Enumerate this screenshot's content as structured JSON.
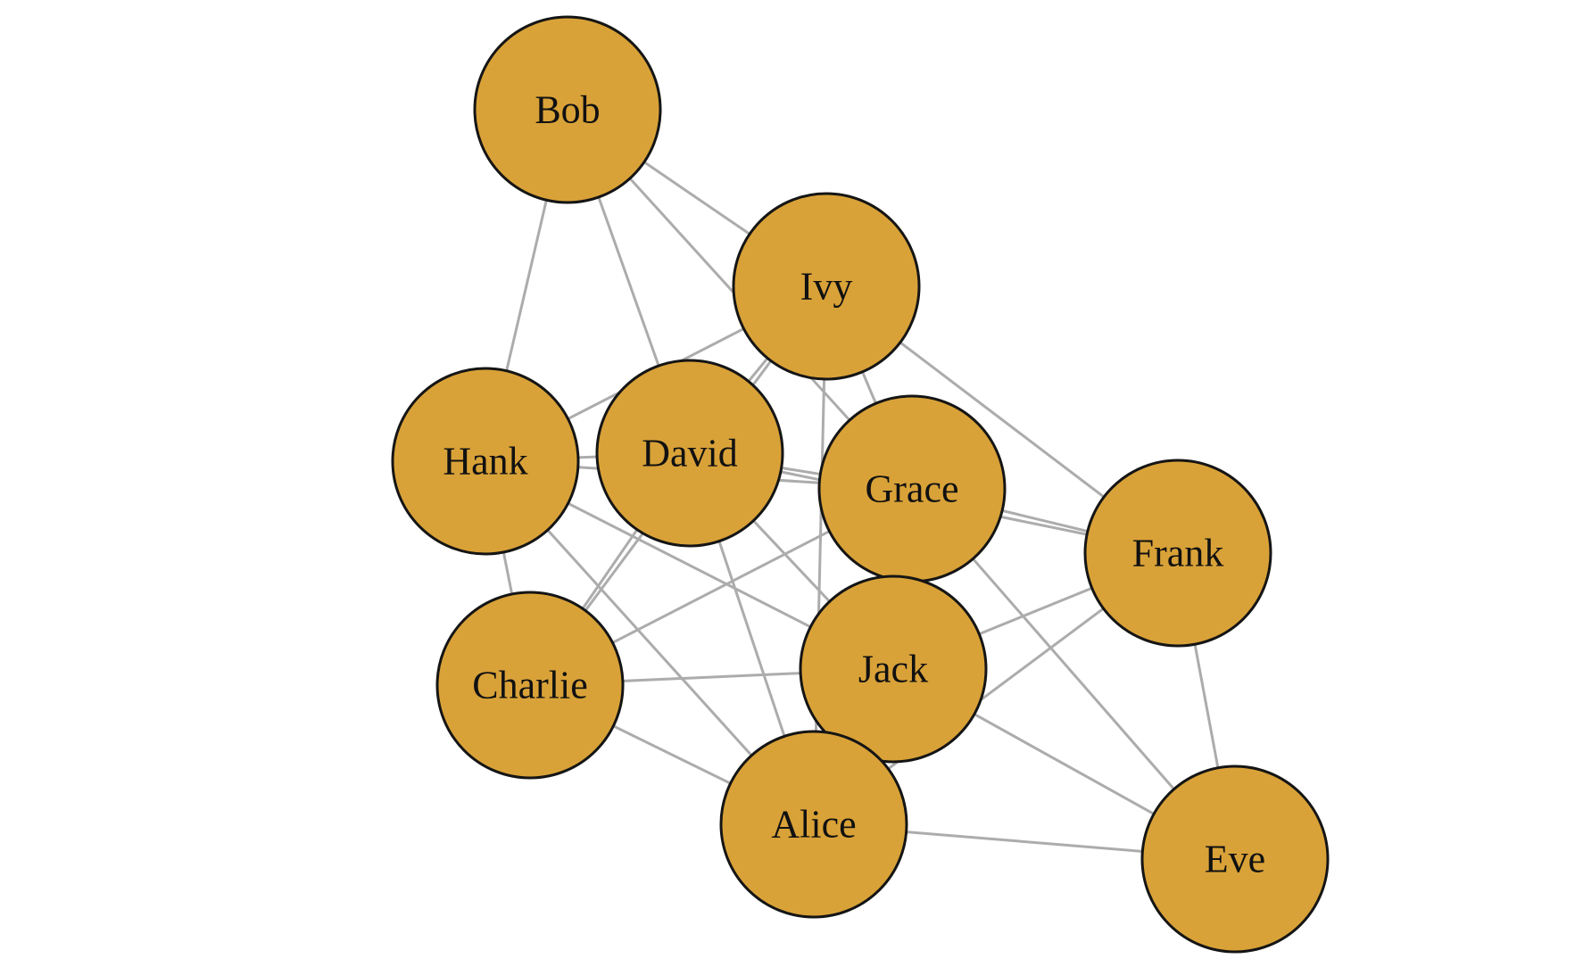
{
  "graph": {
    "node_color": "#d9a238",
    "node_border_color": "#151515",
    "edge_color": "#acacac",
    "nodes": [
      {
        "id": "Bob",
        "label": "Bob"
      },
      {
        "id": "Ivy",
        "label": "Ivy"
      },
      {
        "id": "Hank",
        "label": "Hank"
      },
      {
        "id": "David",
        "label": "David"
      },
      {
        "id": "Grace",
        "label": "Grace"
      },
      {
        "id": "Frank",
        "label": "Frank"
      },
      {
        "id": "Charlie",
        "label": "Charlie"
      },
      {
        "id": "Jack",
        "label": "Jack"
      },
      {
        "id": "Alice",
        "label": "Alice"
      },
      {
        "id": "Eve",
        "label": "Eve"
      }
    ],
    "edges": [
      [
        "Bob",
        "Hank"
      ],
      [
        "Bob",
        "David"
      ],
      [
        "Bob",
        "Ivy"
      ],
      [
        "Bob",
        "Grace"
      ],
      [
        "Ivy",
        "Hank"
      ],
      [
        "Ivy",
        "David"
      ],
      [
        "Ivy",
        "Grace"
      ],
      [
        "Ivy",
        "Frank"
      ],
      [
        "Ivy",
        "Charlie"
      ],
      [
        "Ivy",
        "Alice"
      ],
      [
        "Hank",
        "David"
      ],
      [
        "Hank",
        "Grace"
      ],
      [
        "Hank",
        "Charlie"
      ],
      [
        "Hank",
        "Jack"
      ],
      [
        "Hank",
        "Alice"
      ],
      [
        "David",
        "Grace"
      ],
      [
        "David",
        "Jack"
      ],
      [
        "David",
        "Alice"
      ],
      [
        "David",
        "Charlie"
      ],
      [
        "Grace",
        "Frank"
      ],
      [
        "Grace",
        "Charlie"
      ],
      [
        "Grace",
        "Eve"
      ],
      [
        "David",
        "Frank"
      ],
      [
        "Frank",
        "Jack"
      ],
      [
        "Frank",
        "Alice"
      ],
      [
        "Frank",
        "Eve"
      ],
      [
        "Charlie",
        "Jack"
      ],
      [
        "Charlie",
        "Alice"
      ],
      [
        "Jack",
        "Eve"
      ],
      [
        "Alice",
        "Eve"
      ]
    ]
  }
}
